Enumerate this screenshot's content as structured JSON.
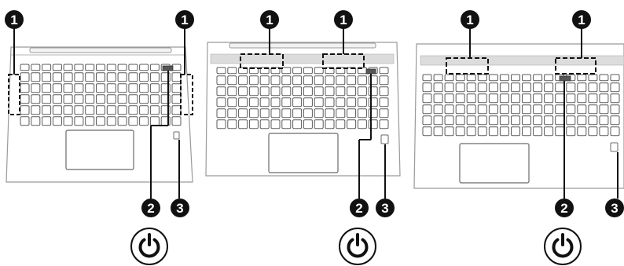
{
  "colors": {
    "ink": "#111111",
    "outline": "#9a9a9a",
    "key_stroke": "#5a5a5a",
    "body_fill": "#ffffff",
    "speaker_fill": "#d9d9d9"
  },
  "icons": [
    "power-icon"
  ],
  "laptops": [
    {
      "callouts": [
        {
          "label": "1"
        },
        {
          "label": "1"
        },
        {
          "label": "2"
        },
        {
          "label": "3"
        }
      ]
    },
    {
      "callouts": [
        {
          "label": "1"
        },
        {
          "label": "1"
        },
        {
          "label": "2"
        },
        {
          "label": "3"
        }
      ]
    },
    {
      "callouts": [
        {
          "label": "1"
        },
        {
          "label": "1"
        },
        {
          "label": "2"
        },
        {
          "label": "3"
        }
      ]
    }
  ]
}
